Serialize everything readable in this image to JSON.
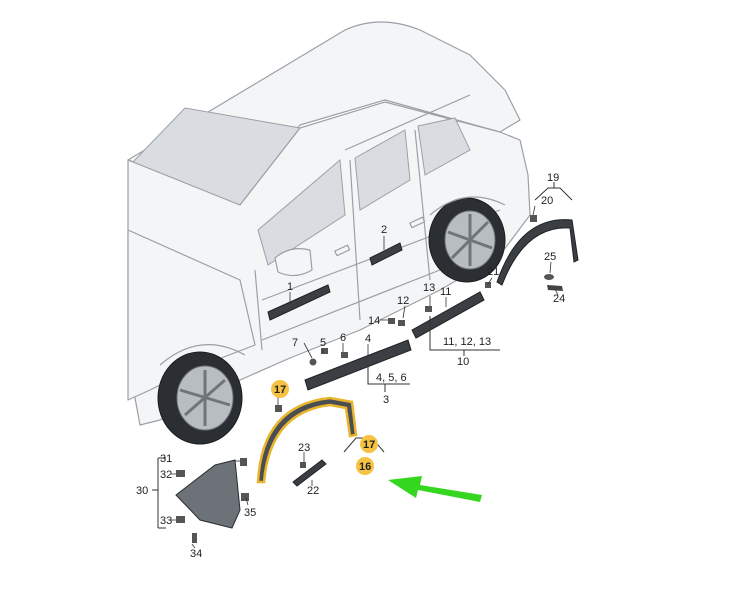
{
  "callouts": {
    "c1": "1",
    "c2": "2",
    "c4": "4",
    "c5": "5",
    "c6": "6",
    "c7": "7",
    "c10": "10",
    "c11": "11",
    "c12": "12",
    "c13": "13",
    "c14": "14",
    "c16": "16",
    "c17a": "17",
    "c17b": "17",
    "c19": "19",
    "c20": "20",
    "c21": "21",
    "c22": "22",
    "c23": "23",
    "c24": "24",
    "c25": "25",
    "c30": "30",
    "c31": "31",
    "c32": "32",
    "c33": "33",
    "c34": "34",
    "c35": "35",
    "c3": "3"
  },
  "groups": {
    "g456": "4, 5, 6",
    "g111213": "11, 12, 13"
  },
  "colors": {
    "highlight_badge": "#f5c242",
    "highlight_part_stroke": "#e8b52c",
    "arrow": "#35d61f"
  }
}
